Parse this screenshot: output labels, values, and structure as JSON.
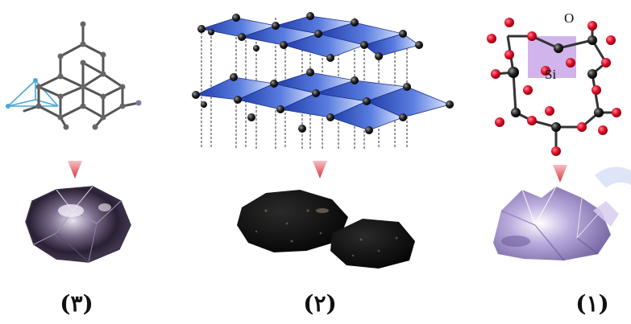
{
  "panels": [
    {
      "label": "(٣)"
    },
    {
      "label": "(٢)"
    },
    {
      "label": "(١)"
    }
  ],
  "silica": {
    "o_label": "O",
    "si_label": "Si"
  },
  "colors": {
    "arrow": "#e0505a",
    "carbon_atom": "#222222",
    "graphite_layer": "#3a5fd0",
    "oxygen_atom": "#e0102a",
    "si_box": "#c9a7e8",
    "diamond_bonds": "#555555",
    "tetrahedron": "#4aa8d8"
  }
}
